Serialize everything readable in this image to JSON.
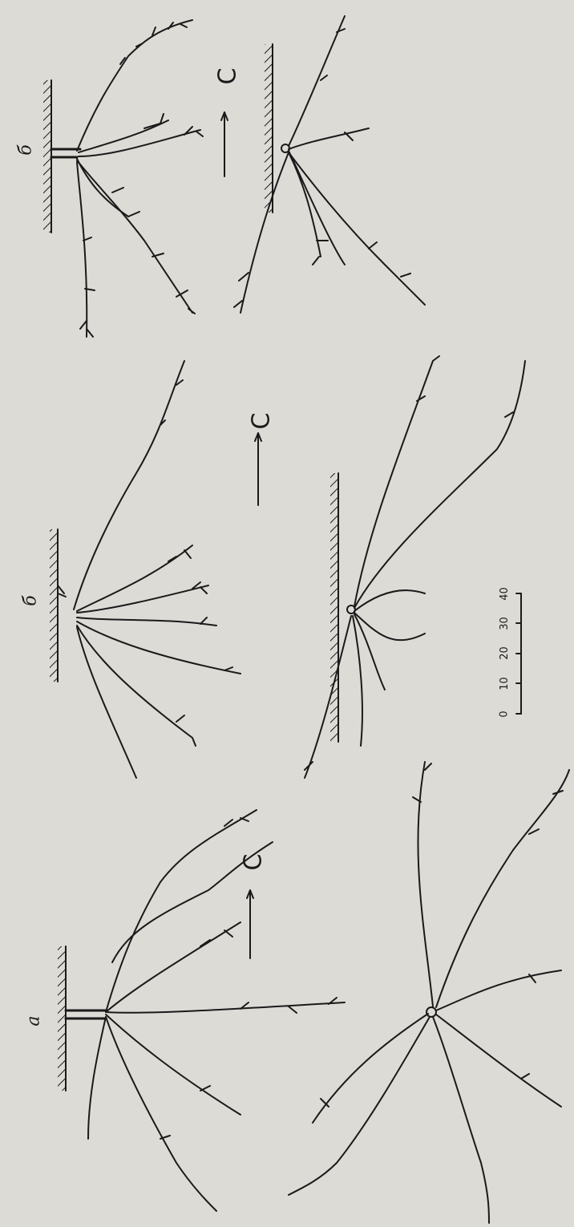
{
  "panels": [
    {
      "label": "a",
      "flow_label": "C"
    },
    {
      "label": "б",
      "flow_label": "C"
    },
    {
      "label": "б",
      "flow_label": "C"
    }
  ],
  "scale_bar": {
    "ticks": [
      "0",
      "10",
      "20",
      "30",
      "40"
    ]
  },
  "colors": {
    "background": "#dcdbd6",
    "ink": "#1a1a1a"
  }
}
